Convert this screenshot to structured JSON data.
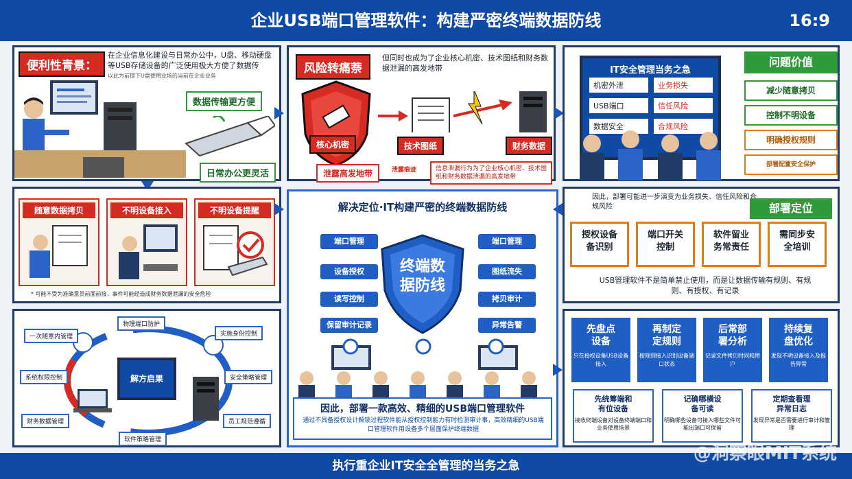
{
  "header": {
    "title": "企业USB端口管理软件：构建严密终端数据防线",
    "ratio": "16:9"
  },
  "footer": {
    "text": "执行重企业IT安全全管理的当务之急",
    "watermark": "@洞察眼MIT系统"
  },
  "panel1": {
    "tag": "便利性青景：",
    "text": "在企业信息化建设与日常办公中，U盘、移动硬盘等USB存储设备的广泛使用极大方便了数据传",
    "subtext": "以此为前提下U盘使用业场的当前在企业业务",
    "pill1": "数据传输更方便",
    "pill2": "日常办公更灵活"
  },
  "panel2": {
    "tag": "风险转痛萘",
    "text": "但同时也成为了企业核心机密、技术图纸和财务数据泄漏的高发地带",
    "label_core": "核心机密",
    "label_tech": "技术图纸",
    "label_fin": "财务数据",
    "label_leak": "泄露高发地带",
    "label_warn": "泄露痕迹",
    "warn_text": "信息泄漏行为为了企业核心机密、技术图纸和财务数据泄漏的高发地带"
  },
  "panel3": {
    "screen_title": "IT安全管理当务之急",
    "left_items": [
      "机密外泄",
      "USB端口",
      "数据安全"
    ],
    "right_items": [
      "业务损失",
      "信任风险",
      "合规风险"
    ],
    "problem_title": "问题价值",
    "problems": [
      "减少随意拷贝",
      "控制不明设备",
      "明确授权规则",
      "部署配置安全保护"
    ]
  },
  "panel4": {
    "boxes": [
      "随意数据拷贝",
      "不明设备接入",
      "不明设备提醒"
    ],
    "note": "* 可能不受为准确意员前面前接，事件可能经造成财务数据泄漏的安全危险"
  },
  "panel5": {
    "heading": "解决定位·IT构建严密的终端数据防线",
    "left_buttons": [
      "端口管理",
      "设备授权",
      "读写控制",
      "保留审计记录"
    ],
    "right_buttons": [
      "端口管理",
      "图纸流失",
      "拷贝审计",
      "异常告警"
    ],
    "shield_text_1": "终端数",
    "shield_text_2": "据防线",
    "conclusion": "因此，部署一款高效、精细的USB端口管理软件",
    "conclusion_sub": "通过不具备授权设计解锁过程软件能从授权控制能力有时检测审计事，高效精细的USB端口管理软件用设备多个层面保护终端数据"
  },
  "panel6": {
    "text": "因此，部署可能进一步演变为业务损失、信任风险和合规风险",
    "tag": "部署定位",
    "boxes": [
      {
        "l1": "授权设备",
        "l2": "备识别"
      },
      {
        "l1": "端口开关",
        "l2": "控制"
      },
      {
        "l1": "软件留业",
        "l2": "务常责任"
      },
      {
        "l1": "需同步安",
        "l2": "全培训"
      }
    ],
    "bottom": "USB管理软件不是简单禁止使用，而是让数据传输有规则、有规则、有授权、有记录"
  },
  "panel7": {
    "center": "解方启果",
    "nodes": [
      "物理端口防护",
      "一次随意内管理",
      "实施身份控制",
      "系统权限控制",
      "安全策略管理",
      "财务数据管理",
      "员工规范遵循",
      "软件策略管理"
    ]
  },
  "panel8": {
    "steps": [
      {
        "h1": "先盘点",
        "h2": "设备",
        "d": "只在授权设备USB设备接入"
      },
      {
        "h1": "再制定",
        "h2": "定规则",
        "d": "按规则接入识别设备端口状态"
      },
      {
        "h1": "后常部",
        "h2": "署分析",
        "d": "记录文件拷贝时间和用户"
      },
      {
        "h1": "持续复",
        "h2": "盘优化",
        "d": "发现不明设备接入及报告异常"
      }
    ],
    "subs": [
      {
        "h1": "先统筹端和",
        "h2": "有位设备",
        "d": "接收终端设备对设备终端端口和业务使用场景"
      },
      {
        "h1": "记确哪横设",
        "h2": "备可读",
        "d": "明确哪些设备可接入哪些文件可能出端口可保留"
      },
      {
        "h1": "定期查看理",
        "h2": "异常日志",
        "d": "发现异常是否需要进行审计和管理"
      }
    ]
  },
  "colors": {
    "brand_blue": "#0f4aa6",
    "alert_red": "#d62b23",
    "ok_green": "#2f9a3a",
    "orange": "#e07b1a"
  }
}
